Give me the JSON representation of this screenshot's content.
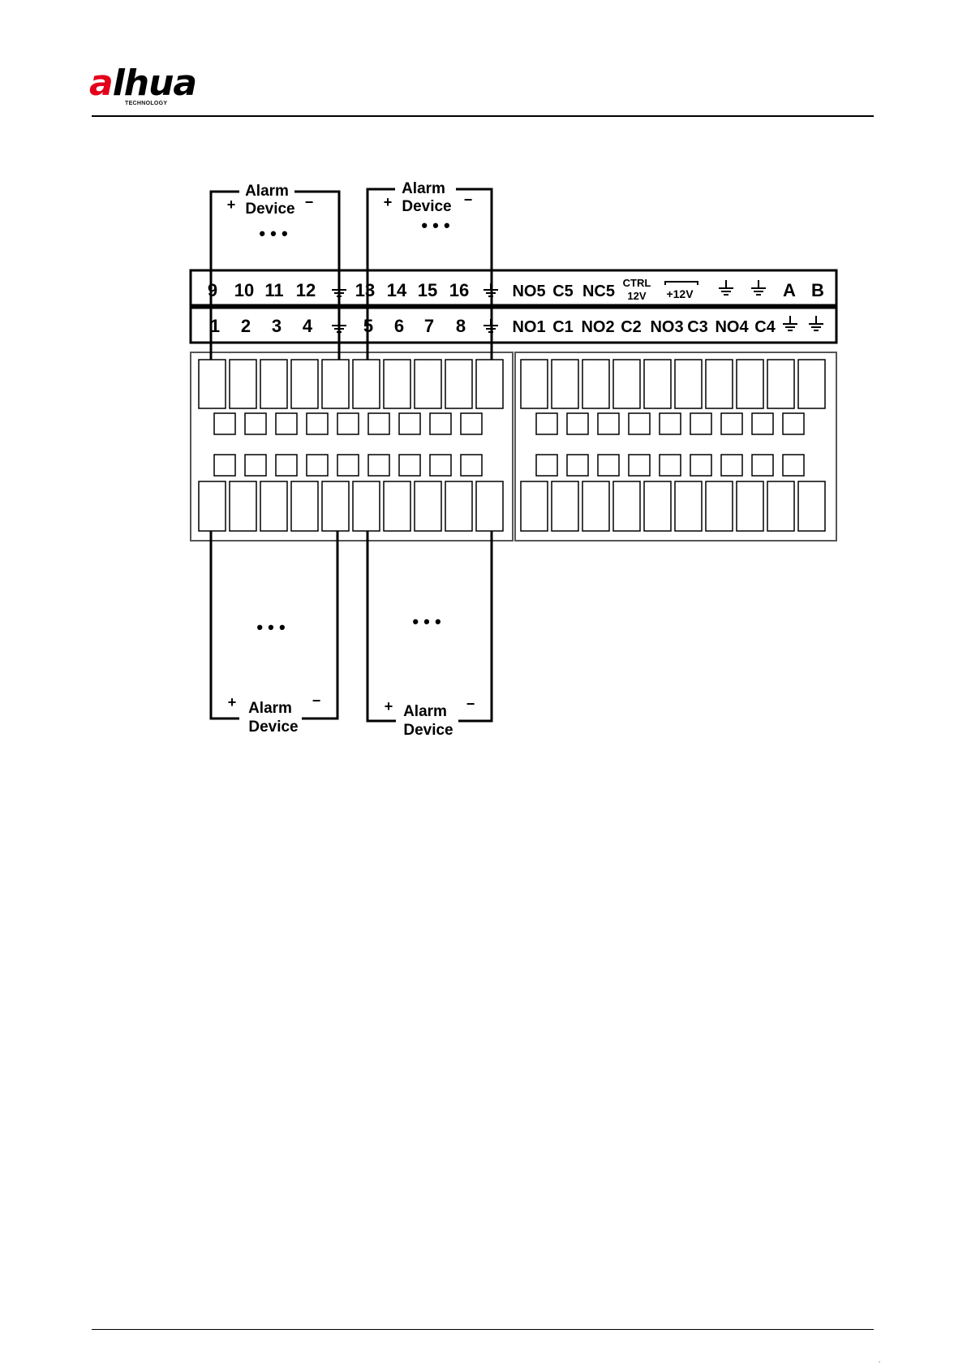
{
  "header": {
    "brand": "alhua",
    "brand_tagline": "TECHNOLOGY",
    "brand_color": "#e3001b"
  },
  "diagram": {
    "top_row_labels": [
      "9",
      "10",
      "11",
      "12",
      "⏚",
      "13",
      "14",
      "15",
      "16",
      "⏚",
      "NO5",
      "C5",
      "NC5",
      "CTRL 12V",
      "+12V",
      "⏚",
      "⏚",
      "A",
      "B"
    ],
    "bottom_row_labels": [
      "1",
      "2",
      "3",
      "4",
      "⏚",
      "5",
      "6",
      "7",
      "8",
      "⏚",
      "NO1",
      "C1",
      "NO2",
      "C2",
      "NO3",
      "C3",
      "NO4",
      "C4",
      "⏚",
      "⏚"
    ],
    "ctrl_label": {
      "line1": "CTRL",
      "line2": "12V"
    },
    "plus12v_label": "+12V",
    "alarm_devices": [
      {
        "line1": "Alarm",
        "line2": "Device",
        "plus": "+",
        "minus": "−",
        "ellipsis": "• • •"
      },
      {
        "line1": "Alarm",
        "line2": "Device",
        "plus": "+",
        "minus": "−",
        "ellipsis": "• • •"
      },
      {
        "line1": "Alarm",
        "line2": "Device",
        "plus": "+",
        "minus": "−",
        "ellipsis": "• • •"
      },
      {
        "line1": "Alarm",
        "line2": "Device",
        "plus": "+",
        "minus": "−",
        "ellipsis": "• • •"
      }
    ],
    "left_block_terminals": 10,
    "right_block_terminals": 10
  },
  "footer": {
    "corner_mark": "."
  }
}
